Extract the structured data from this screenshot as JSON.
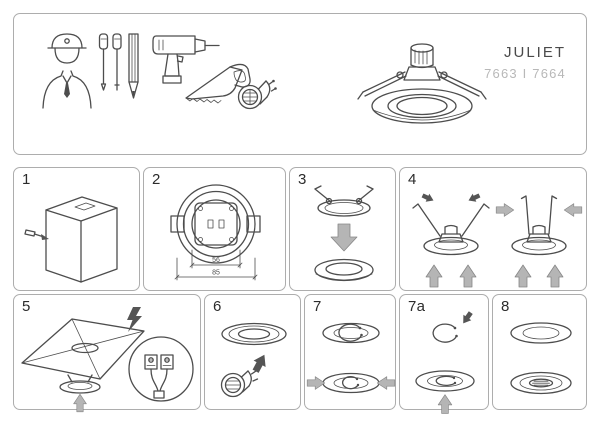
{
  "page": {
    "title_label": "JULIET",
    "models_label": "7663 I 7664"
  },
  "steps": [
    {
      "label": "1"
    },
    {
      "label": "2",
      "dims": [
        "56",
        "85"
      ]
    },
    {
      "label": "3"
    },
    {
      "label": "4"
    },
    {
      "label": "5"
    },
    {
      "label": "6"
    },
    {
      "label": "7"
    },
    {
      "label": "7a"
    },
    {
      "label": "8"
    }
  ],
  "icons": [
    "installer-icon",
    "screwdriver-pencil-icons",
    "drill-icon",
    "handsaw-icon",
    "gu10-bulb-icon",
    "recessed-spotlight-illustration",
    "electricity-warning-bolt"
  ],
  "colors": {
    "line": "#4d4d4d",
    "panel_border": "#adadad",
    "arrow_fill": "#b5b5b5",
    "arrow_dark": "#555555",
    "models_text": "#b8b8b8"
  }
}
